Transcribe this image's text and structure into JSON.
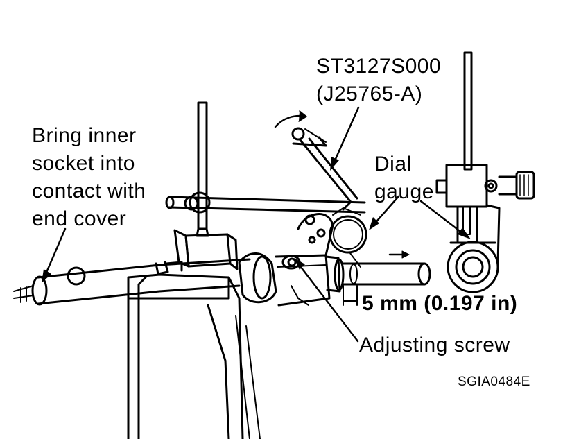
{
  "labels": {
    "instruction_lines": [
      "Bring inner",
      "socket into",
      "contact with",
      "end cover"
    ],
    "tool_number": "ST3127S000",
    "tool_alt_number": "(J25765-A)",
    "dial_gauge_lines": [
      "Dial",
      "gauge"
    ],
    "measurement": "5 mm (0.197 in)",
    "adjusting_screw": "Adjusting screw",
    "figure_code": "SGIA0484E"
  },
  "colors": {
    "ink": "#000000",
    "paper": "#ffffff"
  }
}
